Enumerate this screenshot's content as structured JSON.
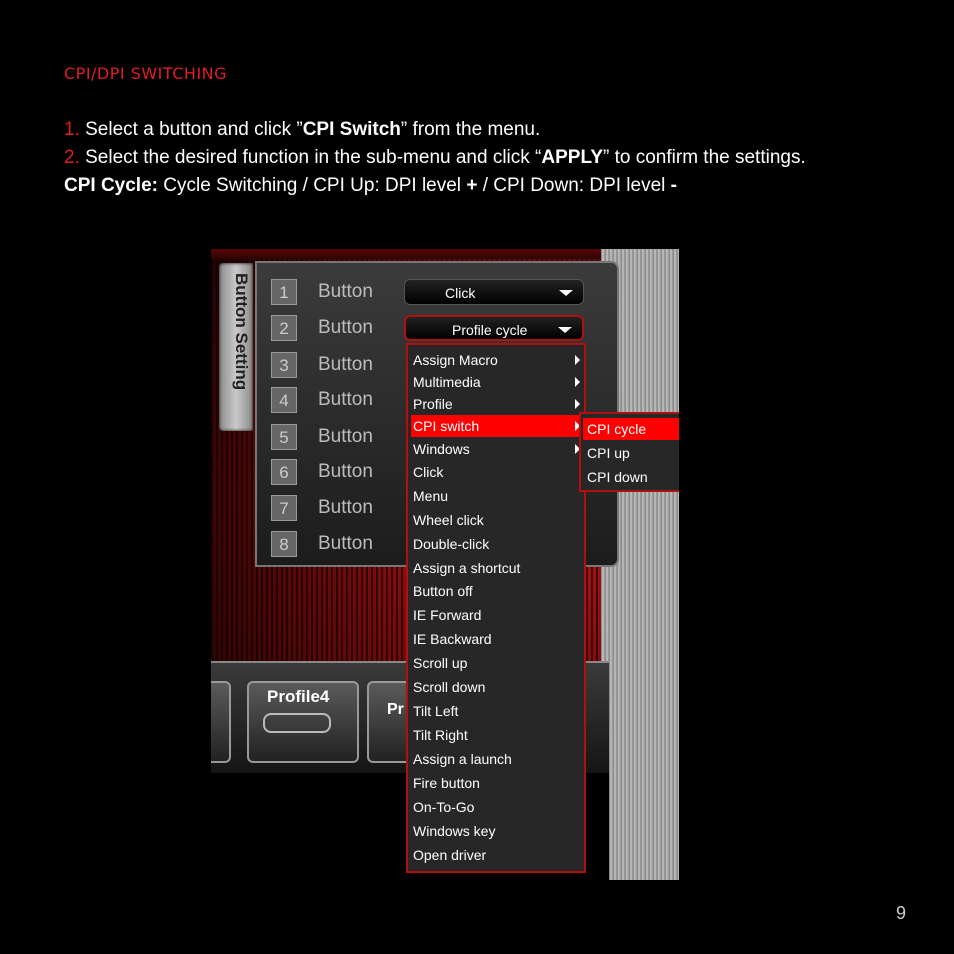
{
  "heading": "CPI/DPI SWITCHING",
  "steps": [
    {
      "num": "1.",
      "before": " Select a button and click ”",
      "bold": "CPI Switch",
      "after": "” from the menu."
    },
    {
      "num": "2.",
      "before": " Select the desired function in the sub-menu and click “",
      "bold": "APPLY",
      "after": "” to confirm the settings."
    }
  ],
  "note": {
    "bold_label": "CPI Cycle:",
    "part1": " Cycle Switching / CPI Up: DPI level ",
    "plus": "+",
    "part2": " / CPI Down: DPI level ",
    "minus": "-"
  },
  "page_number": "9",
  "screenshot": {
    "side_label": "Button Setting",
    "buttons": [
      {
        "num": "1",
        "label": "Button",
        "value": "Click"
      },
      {
        "num": "2",
        "label": "Button",
        "value": "Profile cycle"
      },
      {
        "num": "3",
        "label": "Button"
      },
      {
        "num": "4",
        "label": "Button"
      },
      {
        "num": "5",
        "label": "Button"
      },
      {
        "num": "6",
        "label": "Button"
      },
      {
        "num": "7",
        "label": "Button"
      },
      {
        "num": "8",
        "label": "Button"
      }
    ],
    "profile_label": "Profile4",
    "profile_label_partial": "Pr",
    "menu_items": [
      "Assign Macro",
      "Multimedia",
      "Profile",
      "CPI switch",
      "Windows",
      "Click",
      "Menu",
      "Wheel click",
      "Double-click",
      "Assign a shortcut",
      "Button off",
      "IE Forward",
      "IE Backward",
      "Scroll up",
      "Scroll down",
      "Tilt Left",
      "Tilt Right",
      "Assign a launch",
      "Fire button",
      "On-To-Go",
      "Windows key",
      "Open driver"
    ],
    "selected_menu_item": "CPI switch",
    "submenu_items": [
      "CPI cycle",
      "CPI up",
      "CPI down"
    ],
    "selected_submenu_item": "CPI cycle"
  }
}
